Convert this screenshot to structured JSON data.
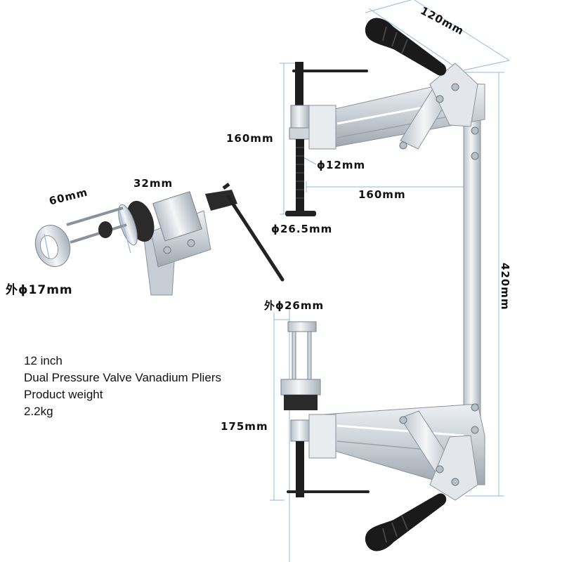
{
  "dimensions": {
    "handle_width": "120mm",
    "top_arm_length": "160mm",
    "screw_diameter": "ϕ12mm",
    "jaw_reach": "160mm",
    "foot_diameter": "ϕ26.5mm",
    "overall_height": "420mm",
    "cup_outer_diameter": "外ϕ26mm",
    "bottom_arm_length": "175mm",
    "detail_length": "60mm",
    "detail_collar": "32mm",
    "detail_outer_diameter": "外ϕ17mm"
  },
  "info": {
    "size": "12 inch",
    "name": "Dual Pressure Valve Vanadium Pliers",
    "weight_label": "Product weight",
    "weight_value": "2.2kg"
  },
  "colors": {
    "dimension_line": "#8fb9dc",
    "steel": "#d9dde2",
    "steel_dark": "#9aa2ab",
    "grip": "#1a1a1a",
    "text": "#111111"
  }
}
